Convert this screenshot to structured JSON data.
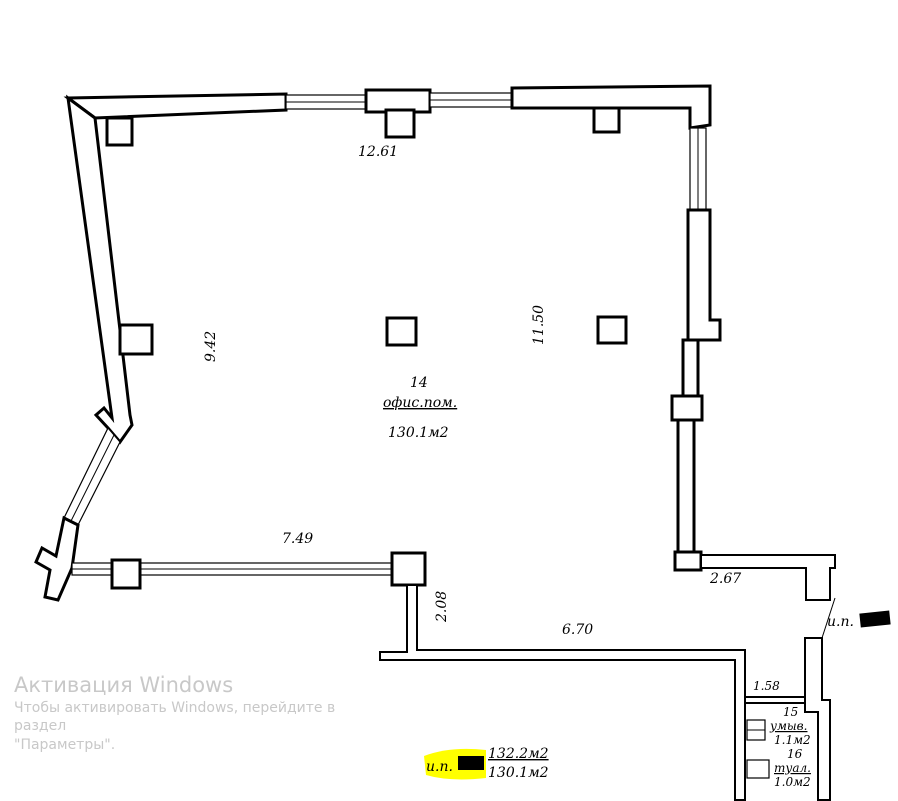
{
  "room_main": {
    "number": "14",
    "name": "офис.пом.",
    "area": "130.1м2"
  },
  "dimensions": {
    "top": "12.61",
    "left": "9.42",
    "right": "11.50",
    "bottom_left": "7.49",
    "corridor_height": "2.08",
    "corridor_length": "6.70",
    "right_stub": "2.67",
    "wc_width": "1.58"
  },
  "room_15": {
    "number": "15",
    "name": "умыв.",
    "area": "1.1м2"
  },
  "room_16": {
    "number": "16",
    "name": "туал.",
    "area": "1.0м2"
  },
  "ip_label_right": "и.п.",
  "summary": {
    "label": "и.п.",
    "total_area": "132.2м2",
    "office_area": "130.1м2"
  },
  "watermark": {
    "line1": "Активация Windows",
    "line2": "Чтобы активировать Windows, перейдите в раздел",
    "line3": "\"Параметры\"."
  },
  "colors": {
    "highlight": "#ffff00",
    "lines": "#000000"
  }
}
